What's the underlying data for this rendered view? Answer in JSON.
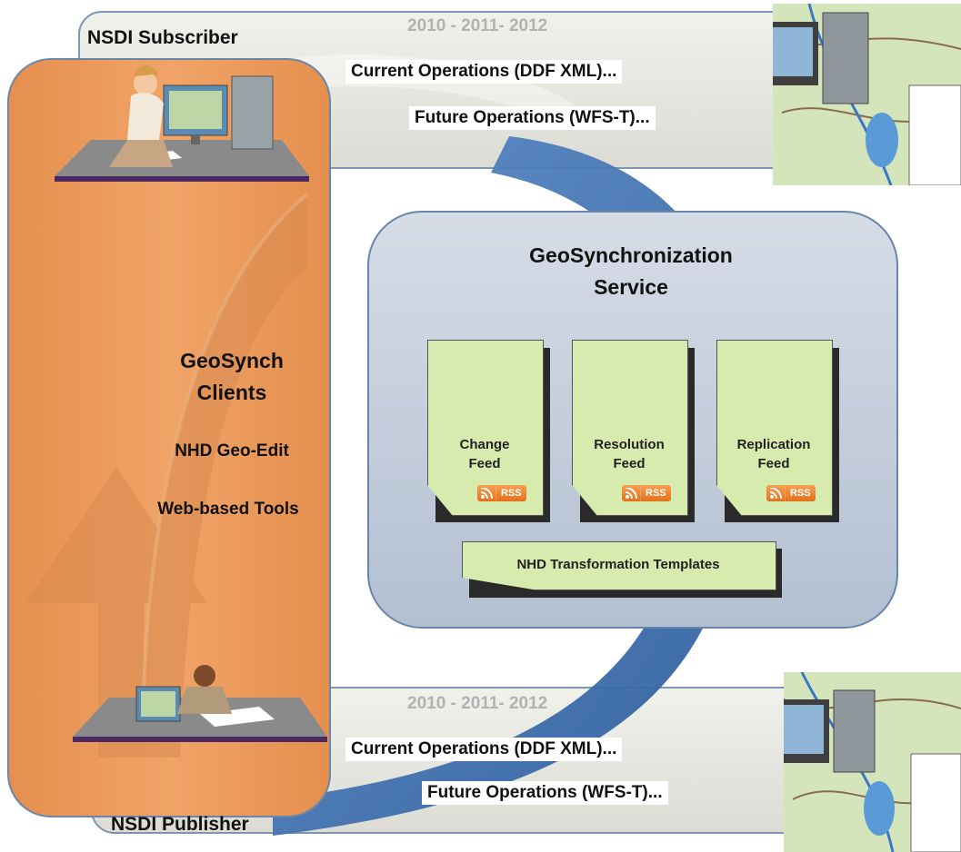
{
  "subscriber": {
    "role_label": "NSDI Subscriber",
    "years": "2010 - 2011- 2012",
    "current_ops": "Current Operations (DDF XML)...",
    "future_ops": "Future Operations (WFS-T)..."
  },
  "publisher": {
    "role_label": "NSDI Publisher",
    "years": "2010 - 2011- 2012",
    "current_ops": "Current Operations (DDF XML)...",
    "future_ops": "Future Operations (WFS-T)..."
  },
  "clients": {
    "title_line1": "GeoSynch",
    "title_line2": "Clients",
    "tool1": "NHD Geo-Edit",
    "tool2": "Web-based Tools"
  },
  "service": {
    "title_line1": "GeoSynchronization",
    "title_line2": "Service",
    "feeds": [
      {
        "line1": "Change",
        "line2": "Feed",
        "badge": "RSS"
      },
      {
        "line1": "Resolution",
        "line2": "Feed",
        "badge": "RSS"
      },
      {
        "line1": "Replication",
        "line2": "Feed",
        "badge": "RSS"
      }
    ],
    "templates_label": "NHD Transformation Templates"
  },
  "colors": {
    "orange_panel": "#f0a467",
    "service_panel": "#c4cedc",
    "feed_fill": "#d7ebaf",
    "cycle_arrow": "#3d6fb0"
  },
  "icons": {
    "subscriber_figure": "woman-at-computer-icon",
    "publisher_figure": "man-at-laptop-icon",
    "map": "topographic-map-icon",
    "rss": "rss-feed-icon"
  }
}
